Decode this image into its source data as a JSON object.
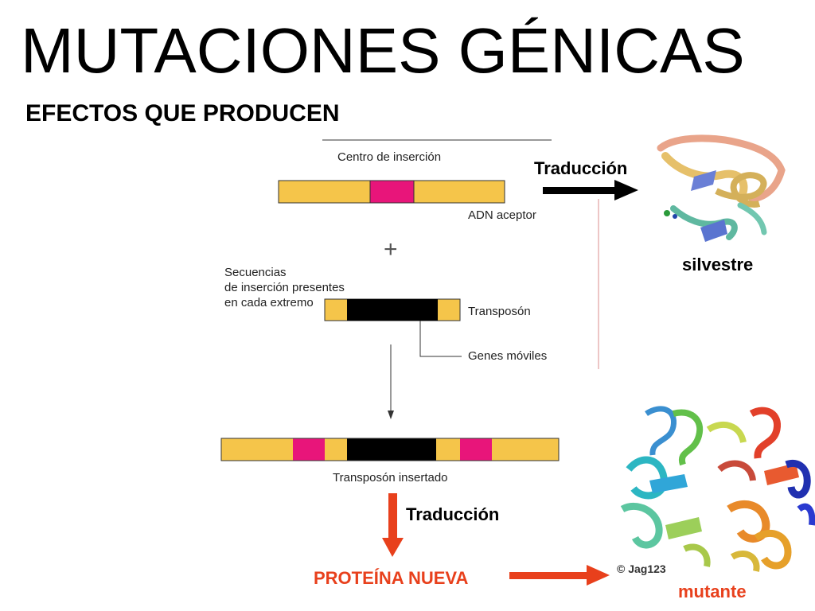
{
  "title": "MUTACIONES GÉNICAS",
  "subtitle": "EFECTOS QUE PRODUCEN",
  "diagram": {
    "insertion_center_label": "Centro de inserción",
    "acceptor_dna_label": "ADN aceptor",
    "plus_sign": "+",
    "insertion_sequences_label": [
      "Secuencias",
      "de inserción presentes",
      "en cada extremo"
    ],
    "transposon_label": "Transposón",
    "mobile_genes_label": "Genes móviles",
    "inserted_transposon_label": "Transposón insertado"
  },
  "translation_top": "Traducción",
  "translation_bottom": "Traducción",
  "wild_type_label": "silvestre",
  "new_protein_label": "PROTEÍNA NUEVA",
  "mutant_label": "mutante",
  "copyright": "© Jag123",
  "colors": {
    "dna_yellow": "#f5c54a",
    "insertion_pink": "#e8157a",
    "transposon_black": "#000000",
    "arrow_red": "#e8401c"
  }
}
